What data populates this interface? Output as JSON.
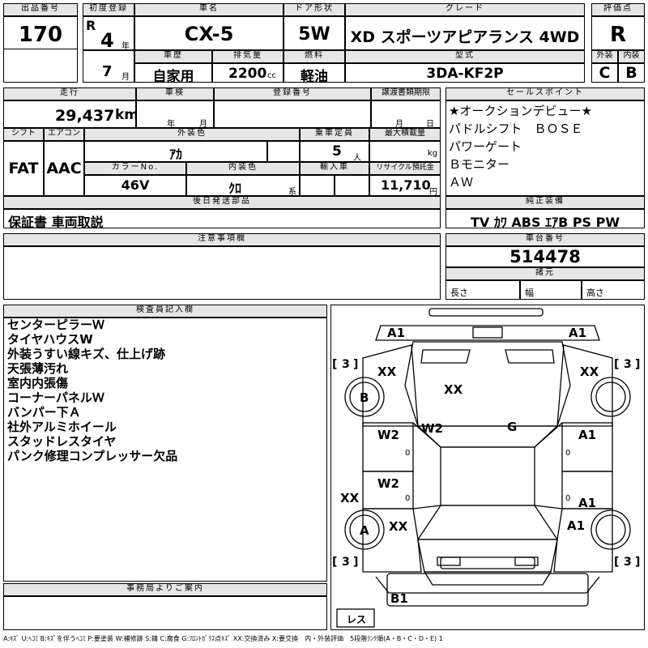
{
  "headers": {
    "lot_no": "出品番号",
    "first_reg": "初度登録",
    "car_name": "車名",
    "door": "ドア形状",
    "grade": "グレード",
    "score": "評価点",
    "history": "車歴",
    "displacement": "排気量",
    "fuel": "燃料",
    "model_code": "型式",
    "exterior": "外装",
    "interior": "内装",
    "mileage": "走行",
    "inspection": "車検",
    "reg_no": "登録番号",
    "transfer_deadline": "譲渡書類期限",
    "selling_points": "セールスポイント",
    "shift": "シフト",
    "aircon": "エアコン",
    "ext_color": "外装色",
    "seats": "乗車定員",
    "max_load": "最大積載量",
    "color_no": "カラーNo.",
    "int_color": "内装色",
    "import": "輸入車",
    "recycle": "リサイクル預託金",
    "later_parts": "後日発送部品",
    "equipment": "純正装備",
    "notes": "注意事項欄",
    "chassis_no": "車台番号",
    "specs": "諸元",
    "inspector": "検査員記入欄",
    "office": "事務局よりご案内"
  },
  "lot_no": "170",
  "era": "R",
  "year": "4",
  "year_unit": "年",
  "month": "7",
  "month_unit": "月",
  "car_name": "CX-5",
  "door": "5W",
  "grade": "XD スポーツアピアランス 4WD",
  "score": "R",
  "history": "自家用",
  "displacement": "2200",
  "displacement_unit": "cc",
  "fuel": "軽油",
  "model_code": "3DA-KF2P",
  "exterior_grade": "C",
  "interior_grade": "B",
  "mileage": "29,437",
  "mileage_unit": "km",
  "inspection_year_unit": "年",
  "inspection_month_unit": "月",
  "transfer_month_unit": "月",
  "transfer_day_unit": "日",
  "selling_points": [
    "★オークションデビュー★",
    "パドルシフト　ＢＯＳＥ",
    "パワーゲート",
    "Ｂモニター",
    "ＡＷ"
  ],
  "shift": "FAT",
  "aircon": "AAC",
  "ext_color": "ｱｶ",
  "seats": "5",
  "seats_unit": "人",
  "max_load_unit": "kg",
  "color_no": "46V",
  "int_color": "ｸﾛ",
  "int_color_suffix": "系",
  "recycle": "11,710",
  "recycle_unit": "円",
  "later_parts": "保証書 車両取説",
  "equipment": "TV ｶﾜ ABS ｴｱB PS PW",
  "chassis_no": "514478",
  "spec_length": "長さ",
  "spec_width": "幅",
  "spec_height": "高さ",
  "inspector_notes": [
    "センターピラーＷ",
    "タイヤハウスW",
    "外装うすい線キズ、仕上げ跡",
    "天張薄汚れ",
    "室内内張傷",
    "コーナーパネルＷ",
    "バンパー下Ａ",
    "社外アルミホイール",
    "スタッドレスタイヤ",
    "パンク修理コンプレッサー欠品"
  ],
  "diagram": {
    "marks": {
      "front_left": "A1",
      "front_right": "A1",
      "fl_fender": "XX",
      "fr_fender": "XX",
      "bonnet": "XX",
      "wheel_left_front": "B",
      "left_pillar": "W2",
      "roof": "G",
      "left_front_door": "W2",
      "left_rear_door": "W2",
      "right_front_door": "A1",
      "right_rear_door": "A1",
      "left_rear_lower": "XX",
      "left_rear_fender": "XX",
      "wheel_left_rear": "A",
      "right_rear_fender": "A1",
      "rear": "B1",
      "door_zero_1": "0",
      "door_zero_2": "0",
      "door_zero_3": "0",
      "door_zero_4": "0"
    },
    "tire_fl": "3",
    "tire_fr": "3",
    "tire_rl": "3",
    "tire_rr": "3",
    "spare": "レス"
  },
  "legend": "A:ｷｽﾞ U:ﾍｺﾐ B:ｷｽﾞを伴うﾍｺﾐ P:要塗装 W:補修跡 S:錆 C:腐食 G:ﾌﾛﾝﾄｶﾞﾗｽ点ｷｽﾞ XX:交換済み X:要交換　内・外装評価　5段階ﾗﾝｸ順(A・B・C・D・E) 1"
}
